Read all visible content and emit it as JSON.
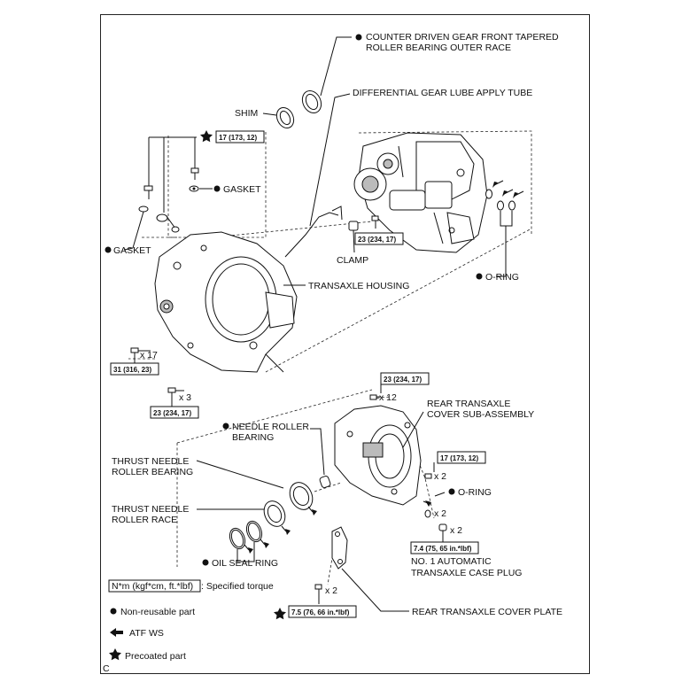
{
  "labels": {
    "counter_driven_gear_1": "COUNTER DRIVEN GEAR FRONT TAPERED",
    "counter_driven_gear_2": "ROLLER BEARING OUTER RACE",
    "diff_lube_tube": "DIFFERENTIAL GEAR LUBE APPLY TUBE",
    "shim": "SHIM",
    "gasket_right": "GASKET",
    "gasket_left": "GASKET",
    "clamp": "CLAMP",
    "o_ring_top": "O-RING",
    "transaxle_housing": "TRANSAXLE HOUSING",
    "needle_roller_1": "NEEDLE ROLLER",
    "needle_roller_2": "BEARING",
    "rear_cover_1": "REAR TRANSAXLE",
    "rear_cover_2": "COVER SUB-ASSEMBLY",
    "thrust_bearing_1": "THRUST NEEDLE",
    "thrust_bearing_2": "ROLLER BEARING",
    "thrust_race_1": "THRUST NEEDLE",
    "thrust_race_2": "ROLLER RACE",
    "o_ring_bottom": "O-RING",
    "oil_seal_ring": "OIL SEAL RING",
    "case_plug_1": "NO. 1 AUTOMATIC",
    "case_plug_2": "TRANSAXLE CASE PLUG",
    "rear_cover_plate": "REAR TRANSAXLE COVER PLATE"
  },
  "torques": {
    "t_17_top": "17 (173, 12)",
    "t_23_clamp": "23 (234, 17)",
    "t_31": "31 (316, 23)",
    "t_23_low": "23 (234, 17)",
    "t_23_cover": "23 (234, 17)",
    "t_17_cover": "17 (173, 12)",
    "t_7_4": "7.4 (75, 65 in.*lbf)",
    "t_7_5": "7.5 (76, 66 in.*lbf)"
  },
  "quantities": {
    "q_x17": "x 17",
    "q_x3": "x 3",
    "q_x12": "x 12",
    "q_x2_a": "x 2",
    "q_x2_b": "x 2",
    "q_x2_c": "x 2",
    "q_x2_d": "x 2"
  },
  "legend": {
    "torque_box": "N*m (kgf*cm, ft.*lbf)",
    "torque_desc": ": Specified torque",
    "non_reusable": "Non-reusable part",
    "atf_ws": "ATF WS",
    "precoated": "Precoated part"
  },
  "corner_code": "C"
}
